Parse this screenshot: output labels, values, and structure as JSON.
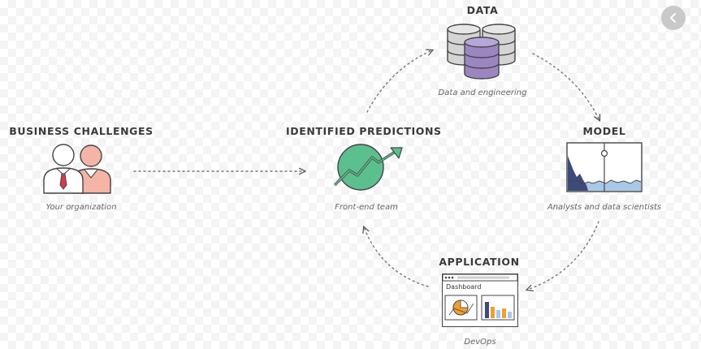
{
  "nodes": {
    "data": {
      "title": "DATA",
      "caption": "Data and engineering"
    },
    "model": {
      "title": "MODEL",
      "caption": "Analysts and data scientists"
    },
    "application": {
      "title": "APPLICATION",
      "caption": "DevOps",
      "window_title": "Dashboard"
    },
    "predictions": {
      "title": "IDENTIFIED PREDICTIONS",
      "caption": "Front-end team"
    },
    "business": {
      "title": "BUSINESS CHALLENGES",
      "caption": "Your organization"
    }
  },
  "icons": {
    "back": "chevron-left-icon",
    "business": "people-icon",
    "predictions": "trend-up-icon",
    "data": "database-icon",
    "model": "area-chart-icon",
    "application": "dashboard-window-icon"
  },
  "colors": {
    "peach": "#f4b4a6",
    "red_tie": "#d33a4a",
    "green": "#5cbf8e",
    "purple": "#9b86c2",
    "grey_db": "#cfcfcf",
    "navy": "#3d4a7a",
    "light_blue": "#a8c8e8",
    "orange": "#f0a030"
  }
}
